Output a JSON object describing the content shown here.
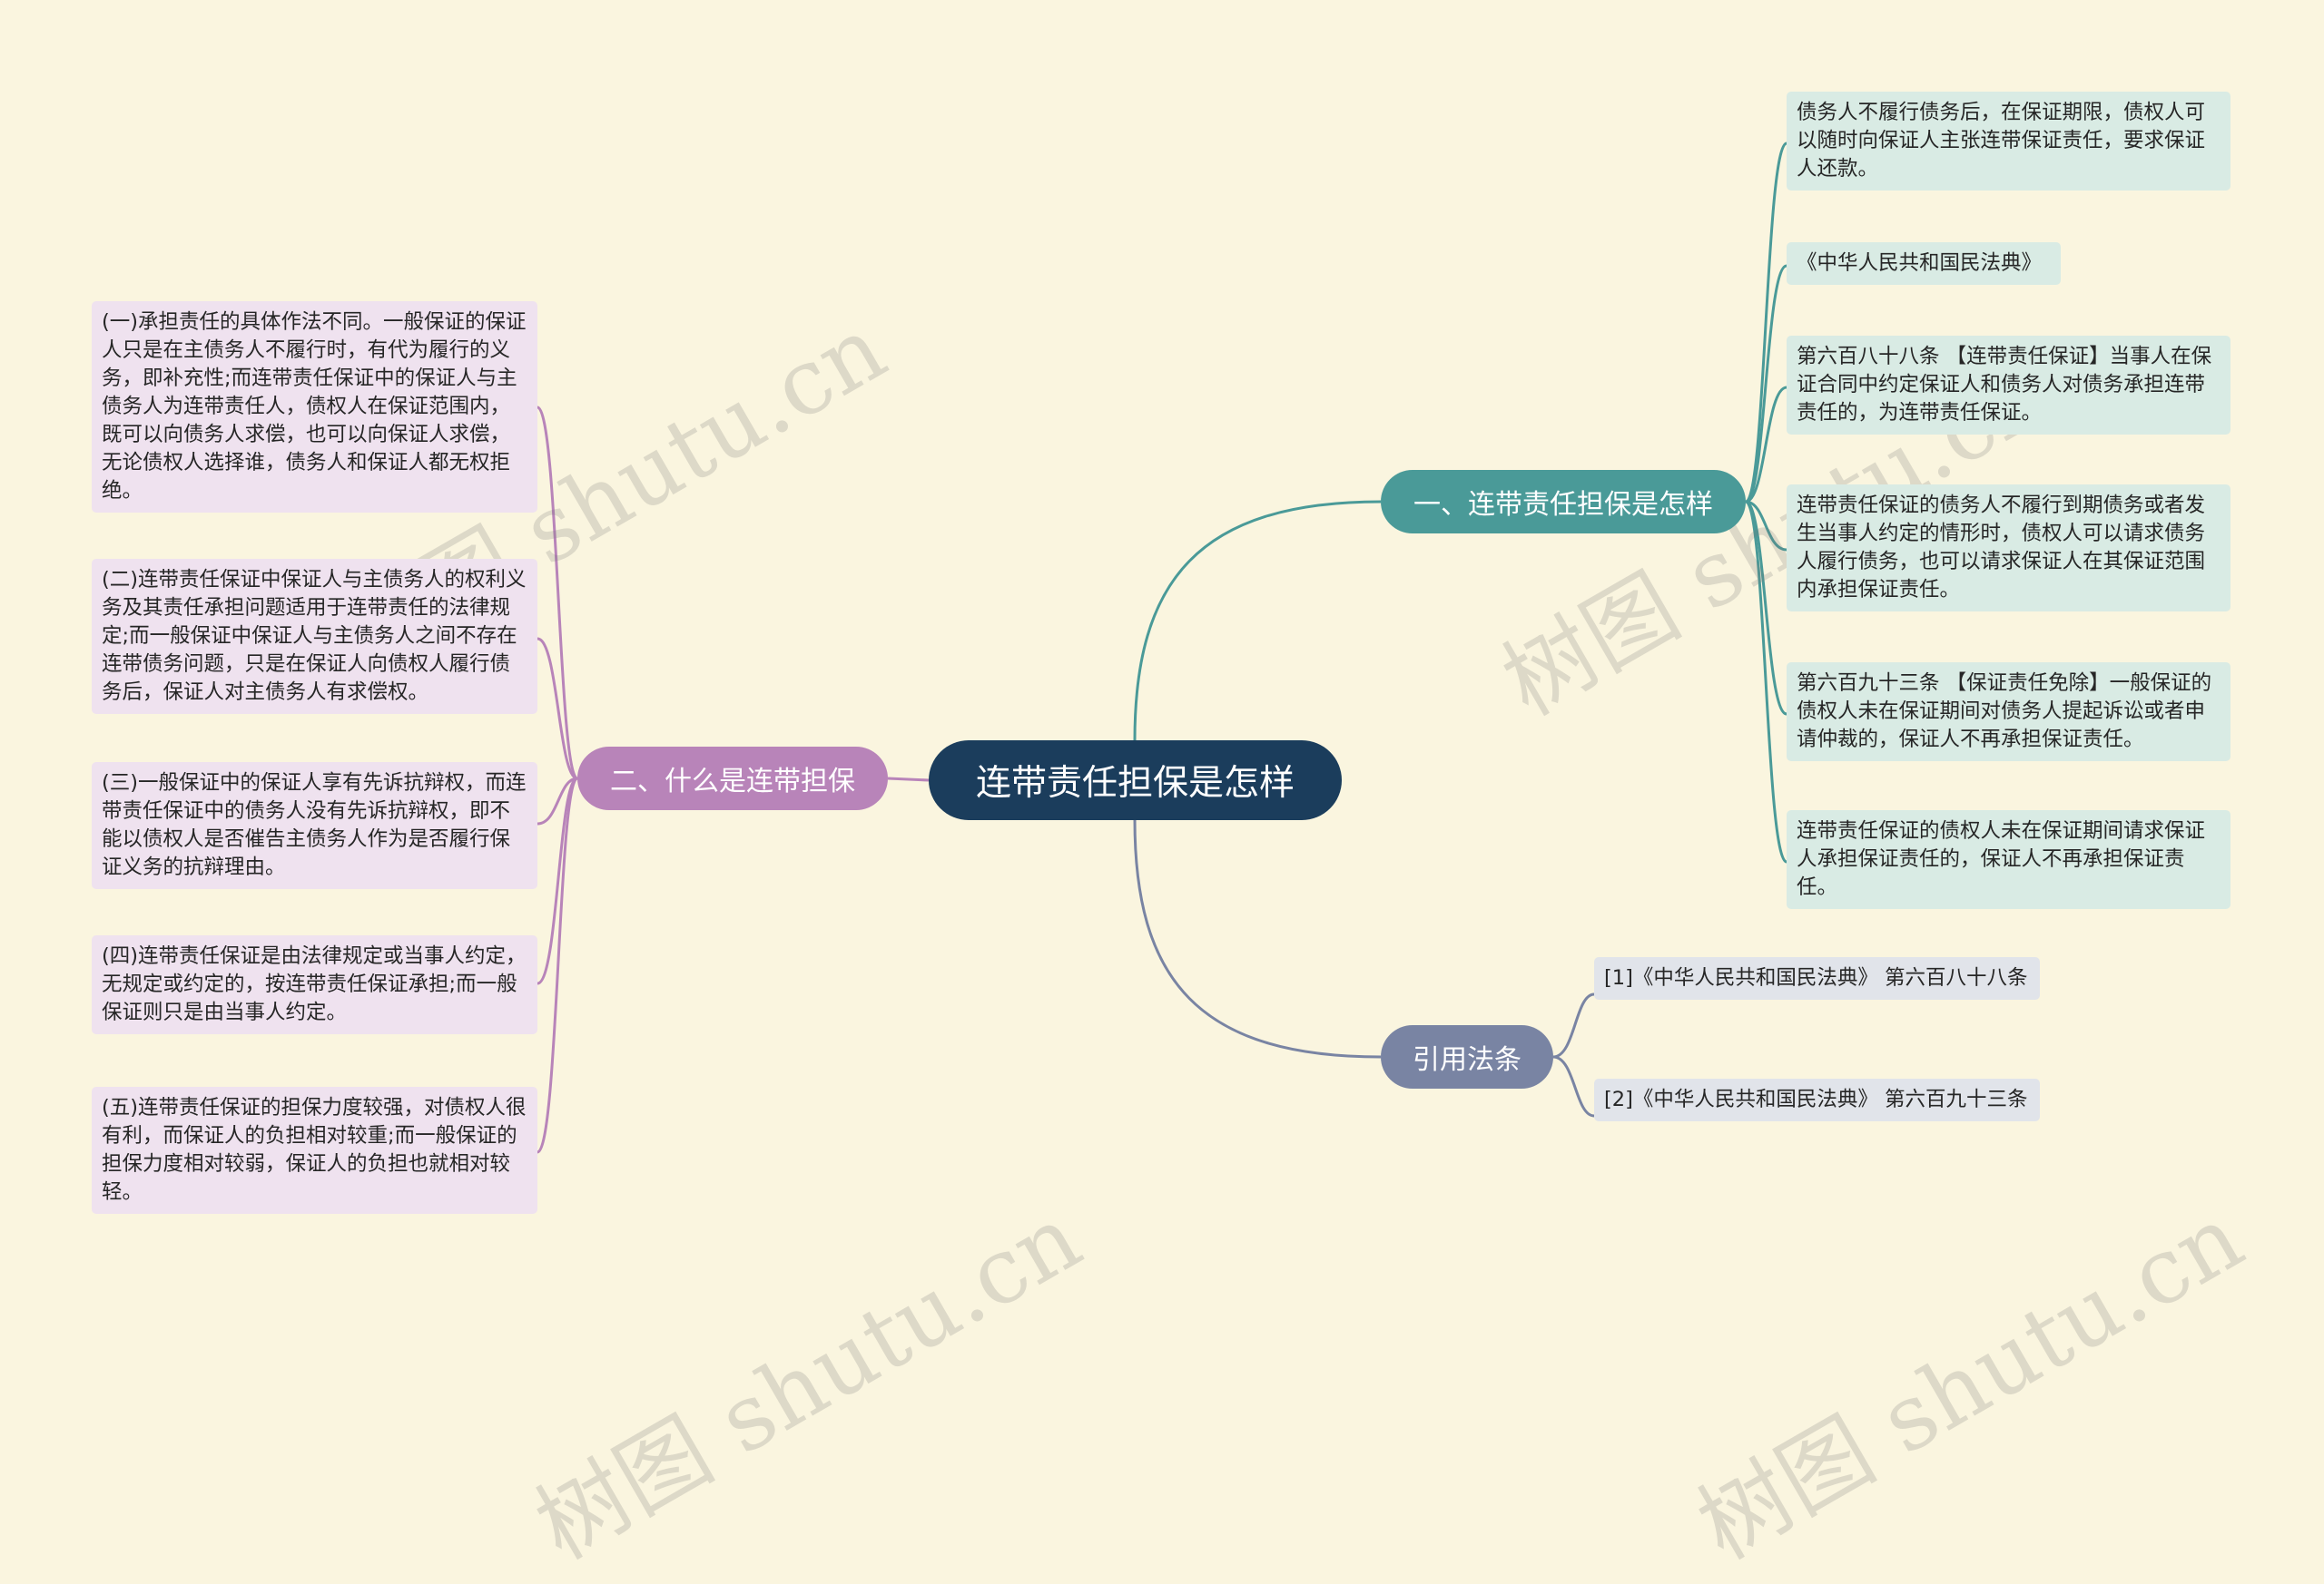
{
  "root": {
    "label": "连带责任担保是怎样"
  },
  "branches": [
    {
      "label": "一、连带责任担保是怎样",
      "color": "#4a9a98",
      "children": [
        "债务人不履行债务后，在保证期限，债权人可以随时向保证人主张连带保证责任，要求保证人还款。",
        "《中华人民共和国民法典》",
        "第六百八十八条 【连带责任保证】当事人在保证合同中约定保证人和债务人对债务承担连带责任的，为连带责任保证。",
        "连带责任保证的债务人不履行到期债务或者发生当事人约定的情形时，债权人可以请求债务人履行债务，也可以请求保证人在其保证范围内承担保证责任。",
        "第六百九十三条 【保证责任免除】一般保证的债权人未在保证期间对债务人提起诉讼或者申请仲裁的，保证人不再承担保证责任。",
        "连带责任保证的债权人未在保证期间请求保证人承担保证责任的，保证人不再承担保证责任。"
      ]
    },
    {
      "label": "二、什么是连带担保",
      "color": "#b884b9",
      "children": [
        "(一)承担责任的具体作法不同。一般保证的保证人只是在主债务人不履行时，有代为履行的义务，即补充性;而连带责任保证中的保证人与主债务人为连带责任人，债权人在保证范围内，既可以向债务人求偿，也可以向保证人求偿，无论债权人选择谁，债务人和保证人都无权拒绝。",
        "(二)连带责任保证中保证人与主债务人的权利义务及其责任承担问题适用于连带责任的法律规定;而一般保证中保证人与主债务人之间不存在连带债务问题，只是在保证人向债权人履行债务后，保证人对主债务人有求偿权。",
        "(三)一般保证中的保证人享有先诉抗辩权，而连带责任保证中的债务人没有先诉抗辩权，即不能以债权人是否催告主债务人作为是否履行保证义务的抗辩理由。",
        "(四)连带责任保证是由法律规定或当事人约定，无规定或约定的，按连带责任保证承担;而一般保证则只是由当事人约定。",
        "(五)连带责任保证的担保力度较强，对债权人很有利，而保证人的负担相对较重;而一般保证的担保力度相对较弱，保证人的负担也就相对较轻。"
      ]
    },
    {
      "label": "引用法条",
      "color": "#7984a3",
      "children": [
        "[1]《中华人民共和国民法典》 第六百八十八条",
        "[2]《中华人民共和国民法典》 第六百九十三条"
      ]
    }
  ],
  "watermark": {
    "text": "树图 shutu.cn"
  },
  "colors": {
    "background": "#faf5df",
    "root": "#1b3d5c"
  }
}
